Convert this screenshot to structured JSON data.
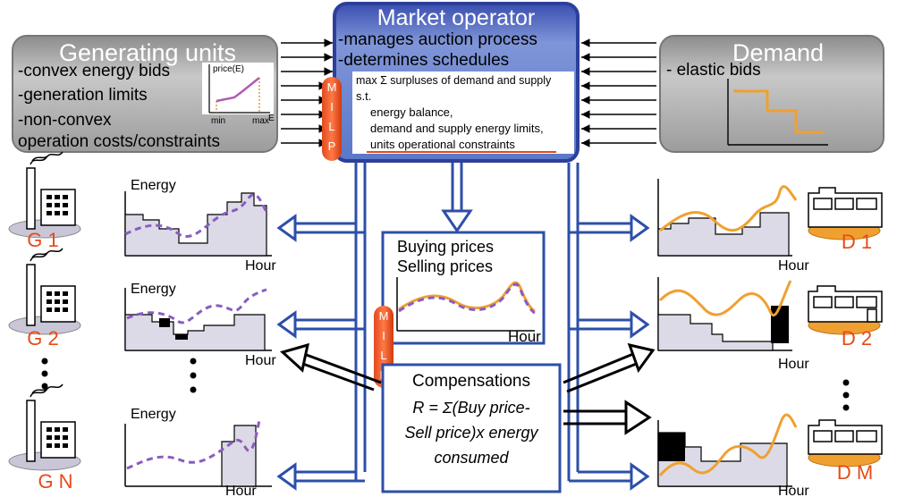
{
  "market_operator": {
    "title": "Market operator",
    "tasks": [
      "-manages auction process",
      "-determines schedules"
    ],
    "objective": "max Σ surpluses of demand and supply",
    "st": "s.t.",
    "constraints": [
      "energy balance,",
      "demand and supply energy limits,",
      "units operational constraints"
    ]
  },
  "generating_units": {
    "title": "Generating units",
    "items": [
      "-convex energy bids",
      "-generation limits",
      "-non-convex",
      "operation costs/constraints"
    ],
    "bid_chart": {
      "ylabel": "price(E)",
      "xmin_label": "min",
      "xmax_label": "max",
      "xlabel": "E"
    }
  },
  "demand": {
    "title": "Demand",
    "items": [
      "- elastic bids"
    ]
  },
  "milp_label": [
    "M",
    "I",
    "L",
    "P"
  ],
  "generators": [
    {
      "label": "G 1",
      "energy_label": "Energy",
      "hour_label": "Hour"
    },
    {
      "label": "G 2",
      "energy_label": "Energy",
      "hour_label": "Hour"
    },
    {
      "label": "G N",
      "energy_label": "Energy",
      "hour_label": "Hour"
    }
  ],
  "demands": [
    {
      "label": "D 1",
      "hour_label": "Hour"
    },
    {
      "label": "D 2",
      "hour_label": "Hour"
    },
    {
      "label": "D M",
      "hour_label": "Hour"
    }
  ],
  "prices_box": {
    "lines": [
      "Buying prices",
      "Selling prices"
    ],
    "hour_label": "Hour"
  },
  "compensations_box": {
    "title": "Compensations",
    "formula": [
      "R = Σ(Buy price-",
      "Sell price)x energy",
      "consumed"
    ]
  },
  "colors": {
    "accent_blue": "#2c4fa8",
    "orange": "#f0a030",
    "purple": "#8a5cc0",
    "red_label": "#e64a19",
    "gray_box": "#b5b5b5"
  }
}
